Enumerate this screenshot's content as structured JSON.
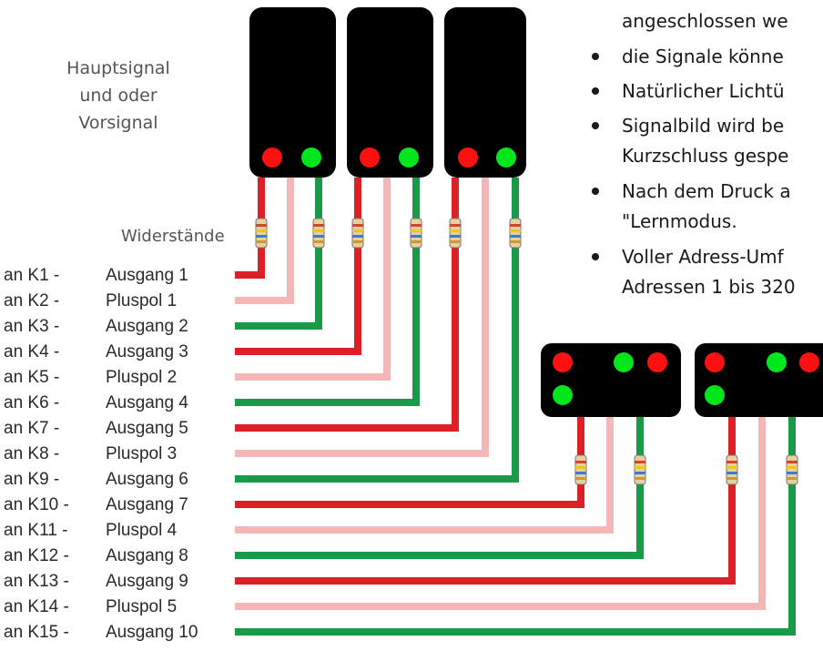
{
  "caption": {
    "lines": [
      "Hauptsignal",
      "und oder",
      "Vorsignal"
    ]
  },
  "resistor_label": "Widerstände",
  "bullets": {
    "lines": [
      "angeschlossen we",
      "die Signale könne",
      "Natürlicher Lichtü",
      "Signalbild wird be",
      "Kurzschluss gespe",
      "Nach dem Druck a",
      "\"Lernmodus.",
      "Voller Adress-Umf",
      "Adressen 1 bis 320"
    ],
    "bullet_on_line": [
      false,
      true,
      true,
      true,
      false,
      true,
      false,
      true,
      false
    ]
  },
  "wiring": [
    {
      "terminal": "an K1 -",
      "function": "Ausgang 1"
    },
    {
      "terminal": "an K2 -",
      "function": "Pluspol 1"
    },
    {
      "terminal": "an K3 -",
      "function": "Ausgang 2"
    },
    {
      "terminal": "an K4 -",
      "function": "Ausgang 3"
    },
    {
      "terminal": "an K5 -",
      "function": "Pluspol 2"
    },
    {
      "terminal": "an K6 -",
      "function": "Ausgang 4"
    },
    {
      "terminal": "an K7 -",
      "function": "Ausgang 5"
    },
    {
      "terminal": "an K8 -",
      "function": "Pluspol 3"
    },
    {
      "terminal": "an K9 -",
      "function": "Ausgang 6"
    },
    {
      "terminal": "an K10 -",
      "function": "Ausgang 7"
    },
    {
      "terminal": "an K11 -",
      "function": "Pluspol 4"
    },
    {
      "terminal": "an K12 -",
      "function": "Ausgang 8"
    },
    {
      "terminal": "an K13 -",
      "function": "Ausgang 9"
    },
    {
      "terminal": "an K14 -",
      "function": "Pluspol 5"
    },
    {
      "terminal": "an K15 -",
      "function": "Ausgang 10"
    }
  ],
  "colors": {
    "wire_output_red": "#dd1f26",
    "wire_plus_pink": "#f4b6b7",
    "wire_output_green": "#1a9a48",
    "signal_body": "#000000",
    "lamp_red": "#ff1010",
    "lamp_green": "#00e61c",
    "resistor_body": "#e8cfa0"
  }
}
